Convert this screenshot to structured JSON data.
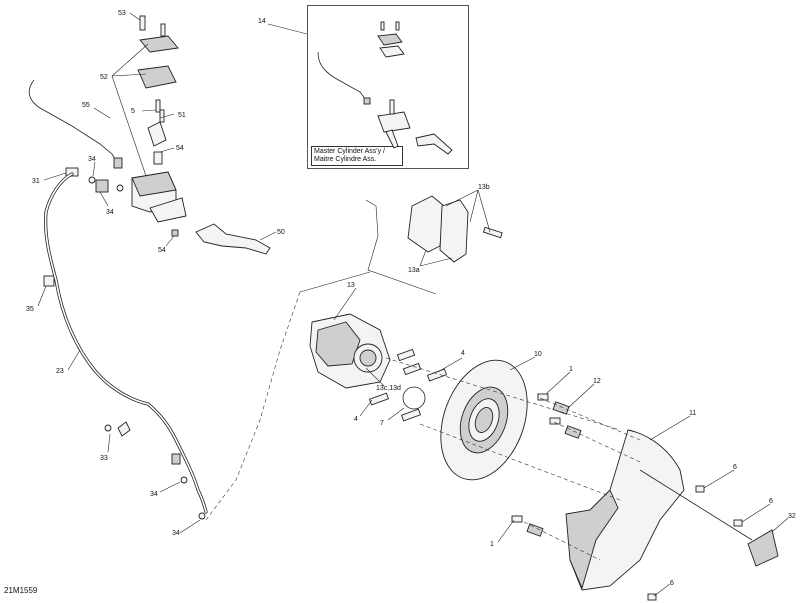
{
  "drawing_code": "21M1559",
  "inset": {
    "callout": "14",
    "caption_line1": "Master Cylinder Ass'y /",
    "caption_line2": "Maitre Cylindre Ass."
  },
  "callouts": {
    "c1a": "1",
    "c1b": "1",
    "c4a": "4",
    "c4b": "4",
    "c5": "5",
    "c6a": "6",
    "c6b": "6",
    "c6c": "6",
    "c7": "7",
    "c10": "10",
    "c11": "11",
    "c12": "12",
    "c13": "13",
    "c13a": "13a",
    "c13b": "13b",
    "c13cd": "13c,13d",
    "c23": "23",
    "c31": "31",
    "c32": "32",
    "c33": "33",
    "c34a": "34",
    "c34b": "34",
    "c34c": "34",
    "c34d": "34",
    "c35": "35",
    "c50": "50",
    "c51": "51",
    "c52": "52",
    "c53": "53",
    "c54a": "54",
    "c54b": "54",
    "c55": "55"
  },
  "icons": [
    "brake-disc",
    "caliper",
    "master-cylinder",
    "brake-lever",
    "brake-hose",
    "disc-guard",
    "brake-pads",
    "bolt",
    "washer",
    "o-ring"
  ]
}
